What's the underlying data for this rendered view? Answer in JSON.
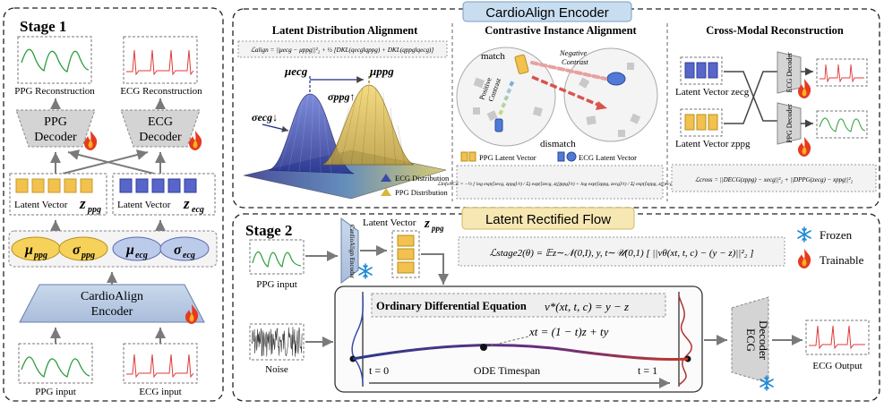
{
  "stage1": {
    "title": "Stage 1",
    "ppg_reconstruction": "PPG Reconstruction",
    "ecg_reconstruction": "ECG Reconstruction",
    "ppg_decoder": [
      "PPG",
      "Decoder"
    ],
    "ecg_decoder": [
      "ECG",
      "Decoder"
    ],
    "latent_ppg_label": "Latent Vector",
    "latent_ppg_sym": "z",
    "latent_ppg_sub": "ppg",
    "latent_ecg_label": "Latent Vector",
    "latent_ecg_sym": "z",
    "latent_ecg_sub": "ecg",
    "mu_ppg": "μ",
    "mu_ppg_sub": "ppg",
    "sigma_ppg": "σ",
    "sigma_ppg_sub": "ppg",
    "mu_ecg": "μ",
    "mu_ecg_sub": "ecg",
    "sigma_ecg": "σ",
    "sigma_ecg_sub": "ecg",
    "encoder": [
      "CardioAlign",
      "Encoder"
    ],
    "ppg_input": "PPG input",
    "ecg_input": "ECG input"
  },
  "encoder_panel": {
    "title": "CardioAlign Encoder",
    "lda": {
      "title": "Latent Distribution Alignment",
      "formula": "ℒalign = ||μecg − μppg||²₂ + ½ [DKL(qecg‖qppg) + DKL(qppg‖qecg)]",
      "mu_ecg": "μecg",
      "mu_ppg": "μppg",
      "sigma_ppg": "σppg↑",
      "sigma_ecg": "σecg↓",
      "legend_ecg": "ECG Distribution",
      "legend_ppg": "PPG Distribution"
    },
    "cia": {
      "title": "Contrastive Instance Alignment",
      "match": "match",
      "dismatch": "dismatch",
      "negative_contrast": [
        "Negative",
        "Contrast"
      ],
      "positive_contrast": [
        "Positive",
        "Contrast"
      ],
      "legend_ppg": "PPG Latent Vector",
      "legend_ecg": "ECG Latent Vector",
      "formula": "ℒInfoNCE = −½ [ log exp(⟨zecg, zppg⟩/τ) / Σj exp(⟨zecg, z(j)ppg⟩/τ) + log exp(⟨zppg, zecg⟩/τ) / Σj exp(⟨zppg, z(j)ecg⟩/τ) ]"
    },
    "cmr": {
      "title": "Cross-Modal Reconstruction",
      "latent_ecg": "Latent Vector zecg",
      "latent_ppg": "Latent Vector zppg",
      "ecg_decoder": "ECG Decoder",
      "ppg_decoder": "PPG Decoder",
      "formula": "ℒcross = ||DECG(zppg) − xecg||²₂ + ||DPPG(zecg) − xppg||²₂"
    }
  },
  "stage2": {
    "title": "Stage 2",
    "flow_title": "Latent Rectified Flow",
    "ppg_input": "PPG input",
    "encoder_label": "CardioAlign Encoder",
    "latent_label": "Latent Vector",
    "latent_sym": "z",
    "latent_sub": "ppg",
    "loss": "ℒstage2(θ) = 𝔼z∼𝒩(0,I), y, t∼𝒰(0,1) [ ||vθ(xt, t, c) − (y − z)||²₂ ]",
    "frozen": "Frozen",
    "trainable": "Trainable",
    "ode_title": "Ordinary Differential Equation",
    "ode_eq": "v*(xt, t, c) = y − z",
    "interp": "xt = (1 − t)z + ty",
    "t0": "t = 0",
    "t1": "t = 1",
    "timespan": "ODE Timespan",
    "noise": "Noise",
    "ecg_decoder": [
      "ECG",
      "Decoder"
    ],
    "ecg_output": "ECG Output"
  },
  "colors": {
    "ppg_green": "#2e9e3e",
    "ecg_red": "#e03a3a",
    "ppg_block": "#f2c14e",
    "ecg_block": "#5865c9",
    "encoder_fill": "#b7c9e2",
    "decoder_fill": "#d4d4d4",
    "stage_title_fill": "#f7e7b3",
    "panel_title_fill": "#c9ddf0"
  }
}
